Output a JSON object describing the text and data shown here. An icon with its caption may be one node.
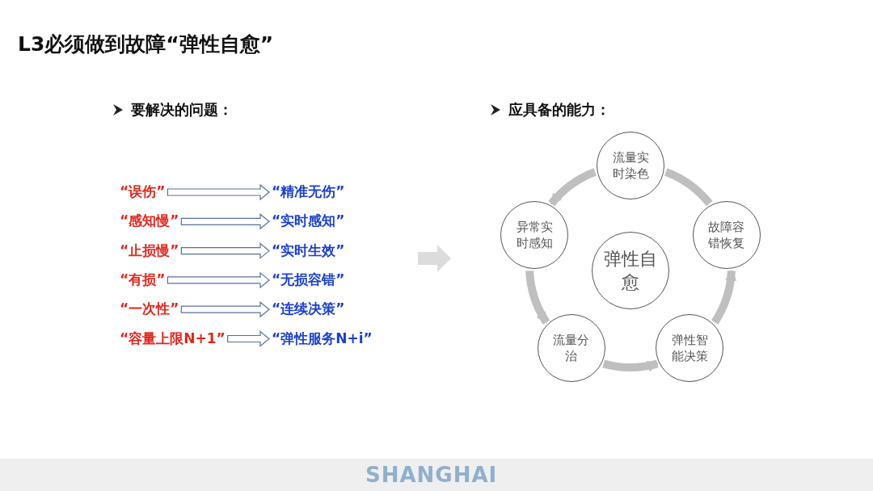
{
  "diagram": {
    "title": "L3必须做到故障“弹性自愈”",
    "nodes": [
      {
        "text": [
          "“误伤”"
        ]
      },
      {
        "text": [
          "“精准无伤”"
        ]
      },
      {
        "text": [
          "“感知慢”"
        ]
      },
      {
        "text": [
          "“实时感知”"
        ]
      },
      {
        "text": [
          "“止损慢”"
        ]
      },
      {
        "text": [
          "“实时生效”"
        ]
      },
      {
        "text": [
          "“有损”"
        ]
      },
      {
        "text": [
          "“无损容错”"
        ]
      },
      {
        "text": [
          "“一次性”"
        ]
      },
      {
        "text": [
          "“连续决策”"
        ]
      },
      {
        "text": [
          "“容量上限N+1”"
        ]
      },
      {
        "text": [
          "“弹性服务N+i”"
        ]
      },
      {
        "text": [
          "流量实时染色"
        ]
      },
      {
        "text": [
          "异常实时感知"
        ]
      },
      {
        "text": [
          "弹性自愈"
        ]
      },
      {
        "text": [
          "故障容错恢复"
        ]
      },
      {
        "text": [
          "流量分治"
        ]
      },
      {
        "text": [
          "弹性智能决策"
        ]
      }
    ],
    "edges": [
      {
        "from": 0,
        "to": 1,
        "arrow": "to"
      },
      {
        "from": 2,
        "to": 3,
        "arrow": "to"
      },
      {
        "from": 4,
        "to": 5,
        "arrow": "to"
      },
      {
        "from": 6,
        "to": 7,
        "arrow": "to"
      },
      {
        "from": 8,
        "to": 9,
        "arrow": "to"
      },
      {
        "from": 10,
        "to": 11,
        "arrow": "to"
      },
      {
        "from": 12,
        "to": 13,
        "arrow": "to",
        "color": "#bfbfbf"
      },
      {
        "from": 13,
        "to": 16,
        "arrow": "to",
        "color": "#bfbfbf"
      },
      {
        "from": 16,
        "to": 17,
        "arrow": "to",
        "color": "#bfbfbf"
      },
      {
        "from": 17,
        "to": 15,
        "arrow": "to",
        "color": "#bfbfbf"
      },
      {
        "from": 15,
        "to": 12,
        "arrow": "none",
        "color": "#bfbfbf"
      }
    ],
    "labels": [
      "要解决的问题：",
      "应具备的能力：",
      "SHANGHAI"
    ]
  }
}
